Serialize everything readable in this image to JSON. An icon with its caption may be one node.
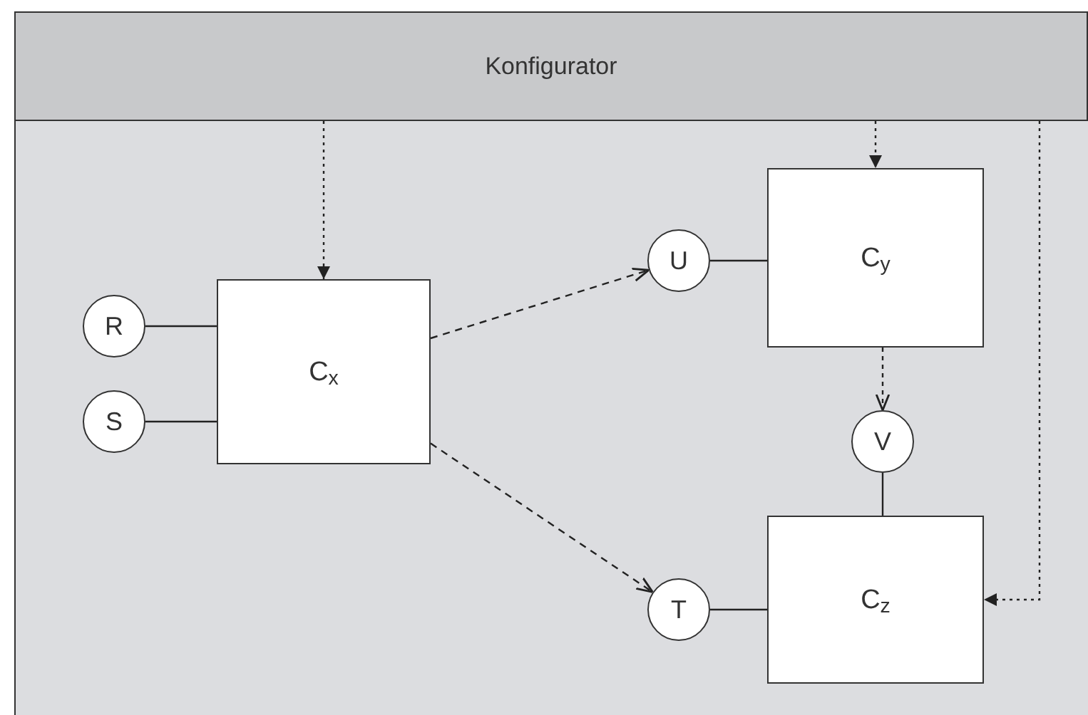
{
  "diagram": {
    "nodes": [
      {
        "text": [
          "Konfigurator"
        ]
      },
      {
        "text": [
          "C$_{x}$"
        ]
      },
      {
        "text": [
          "C$_{y}$"
        ]
      },
      {
        "text": [
          "C$_{z}$"
        ]
      },
      {
        "text": [
          "R"
        ]
      },
      {
        "text": [
          "S"
        ]
      },
      {
        "text": [
          "U"
        ]
      },
      {
        "text": [
          "V"
        ]
      },
      {
        "text": [
          "T"
        ]
      }
    ],
    "edges": [
      {
        "from": 0,
        "to": 1,
        "arrow": "to",
        "style": "dashed"
      },
      {
        "from": 0,
        "to": 2,
        "arrow": "to",
        "style": "dashed"
      },
      {
        "from": 0,
        "to": 3,
        "arrow": "to",
        "style": "dashed"
      },
      {
        "from": 4,
        "to": 1,
        "arrow": "none"
      },
      {
        "from": 5,
        "to": 1,
        "arrow": "none"
      },
      {
        "from": 1,
        "to": 6,
        "arrow": "to",
        "style": "dashed"
      },
      {
        "from": 1,
        "to": 8,
        "arrow": "to",
        "style": "dashed"
      },
      {
        "from": 6,
        "to": 2,
        "arrow": "none"
      },
      {
        "from": 2,
        "to": 7,
        "arrow": "to",
        "style": "dashed"
      },
      {
        "from": 7,
        "to": 3,
        "arrow": "none"
      },
      {
        "from": 8,
        "to": 3,
        "arrow": "none"
      }
    ]
  }
}
